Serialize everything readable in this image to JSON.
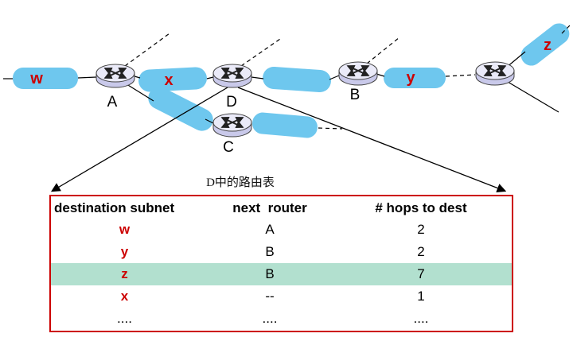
{
  "topology": {
    "labels": {
      "w": "w",
      "x": "x",
      "y": "y",
      "z": "z",
      "A": "A",
      "B": "B",
      "C": "C",
      "D": "D"
    },
    "subnet_label_color": "#cc0000",
    "cloud_color": "#6ec7ee"
  },
  "table": {
    "title": "D中的路由表",
    "headers": [
      "destination subnet",
      "next  router",
      "# hops to dest"
    ],
    "rows": [
      {
        "destination": "w",
        "next_router": "A",
        "hops": "2",
        "highlight": false
      },
      {
        "destination": "y",
        "next_router": "B",
        "hops": "2",
        "highlight": false
      },
      {
        "destination": "z",
        "next_router": "B",
        "hops": "7",
        "highlight": true
      },
      {
        "destination": "x",
        "next_router": "--",
        "hops": "1",
        "highlight": false
      },
      {
        "destination": "....",
        "next_router": "....",
        "hops": "....",
        "highlight": false
      }
    ],
    "border_color": "#cc0000",
    "header_text_color": "#000099",
    "highlight_row_color": "#b2e0cf"
  }
}
